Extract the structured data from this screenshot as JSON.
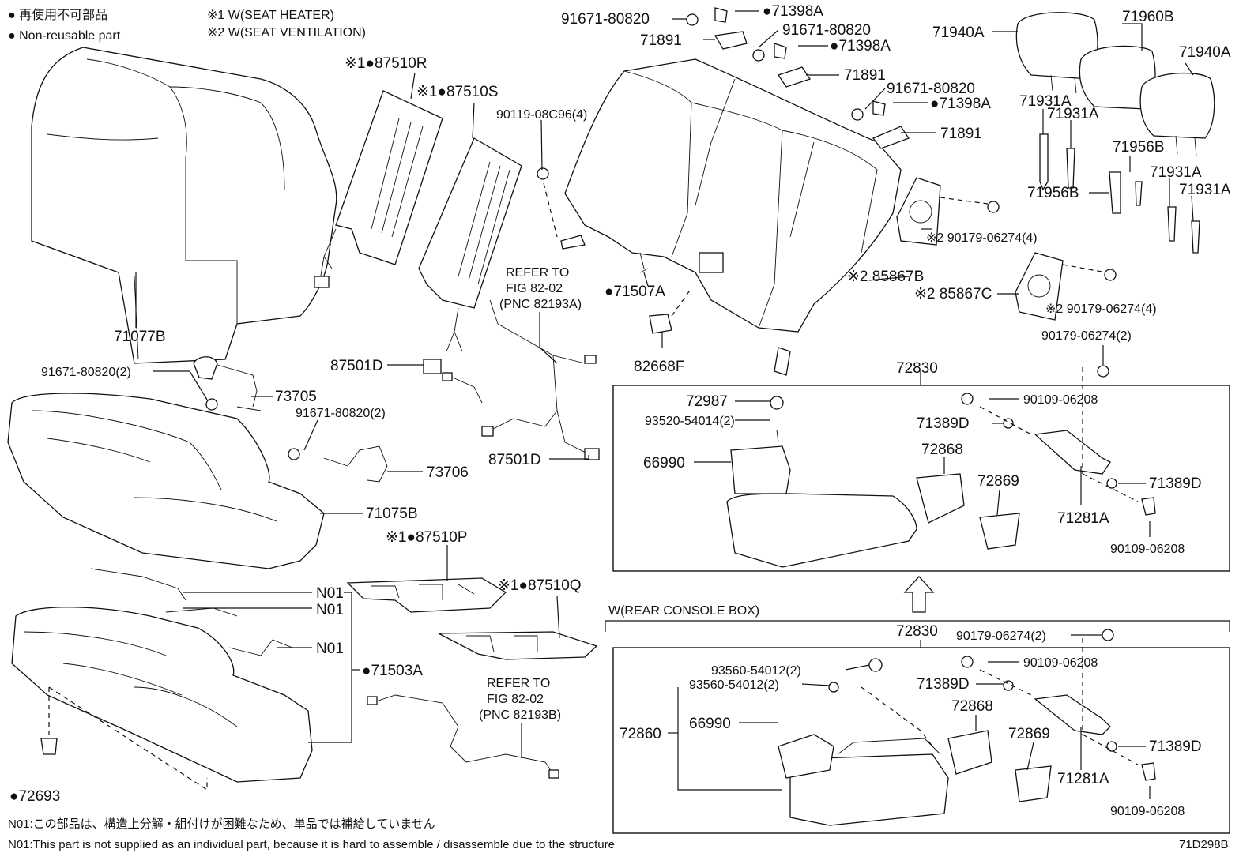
{
  "legend": {
    "jp": "● 再使用不可部品",
    "en": "● Non-reusable part",
    "note1": "※1 W(SEAT HEATER)",
    "note2": "※2 W(SEAT VENTILATION)"
  },
  "labels": [
    {
      "id": "l1",
      "text": "91671-80820"
    },
    {
      "id": "l2",
      "text": "●71398A"
    },
    {
      "id": "l3",
      "text": "71891"
    },
    {
      "id": "l4",
      "text": "91671-80820"
    },
    {
      "id": "l5",
      "text": "●71398A"
    },
    {
      "id": "l6",
      "text": "71891"
    },
    {
      "id": "l7",
      "text": "91671-80820"
    },
    {
      "id": "l8",
      "text": "●71398A"
    },
    {
      "id": "l9",
      "text": "71891"
    },
    {
      "id": "l10",
      "text": "71940A"
    },
    {
      "id": "l11",
      "text": "71960B"
    },
    {
      "id": "l12",
      "text": "71940A"
    },
    {
      "id": "l13",
      "text": "71931A"
    },
    {
      "id": "l14",
      "text": "71931A"
    },
    {
      "id": "l15",
      "text": "71956B"
    },
    {
      "id": "l16",
      "text": "71931A"
    },
    {
      "id": "l17",
      "text": "71956B"
    },
    {
      "id": "l18",
      "text": "71931A"
    },
    {
      "id": "l19",
      "text": "※1●87510R"
    },
    {
      "id": "l20",
      "text": "※1●87510S"
    },
    {
      "id": "l21",
      "text": "90119-08C96(4)"
    },
    {
      "id": "l22",
      "text": "※2 90179-06274(4)"
    },
    {
      "id": "l23",
      "text": "※2 85867B"
    },
    {
      "id": "l24",
      "text": "※2 85867C"
    },
    {
      "id": "l25",
      "text": "※2 90179-06274(4)"
    },
    {
      "id": "l26",
      "text": "REFER TO"
    },
    {
      "id": "l27",
      "text": "FIG 82-02"
    },
    {
      "id": "l28",
      "text": "(PNC 82193A)"
    },
    {
      "id": "l29",
      "text": "●71507A"
    },
    {
      "id": "l30",
      "text": "71077B"
    },
    {
      "id": "l31",
      "text": "87501D"
    },
    {
      "id": "l32",
      "text": "82668F"
    },
    {
      "id": "l33",
      "text": "90179-06274(2)"
    },
    {
      "id": "l34",
      "text": "91671-80820(2)"
    },
    {
      "id": "l35",
      "text": "73705"
    },
    {
      "id": "l36",
      "text": "91671-80820(2)"
    },
    {
      "id": "l37",
      "text": "73706"
    },
    {
      "id": "l38",
      "text": "87501D"
    },
    {
      "id": "l39",
      "text": "72830"
    },
    {
      "id": "l40",
      "text": "72987"
    },
    {
      "id": "l41",
      "text": "90109-06208"
    },
    {
      "id": "l42",
      "text": "93520-54014(2)"
    },
    {
      "id": "l43",
      "text": "71389D"
    },
    {
      "id": "l44",
      "text": "66990"
    },
    {
      "id": "l45",
      "text": "72868"
    },
    {
      "id": "l46",
      "text": "72869"
    },
    {
      "id": "l47",
      "text": "71389D"
    },
    {
      "id": "l48",
      "text": "71281A"
    },
    {
      "id": "l49",
      "text": "90109-06208"
    },
    {
      "id": "l50",
      "text": "71075B"
    },
    {
      "id": "l51",
      "text": "※1●87510P"
    },
    {
      "id": "l52",
      "text": "N01"
    },
    {
      "id": "l53",
      "text": "N01"
    },
    {
      "id": "l54",
      "text": "※1●87510Q"
    },
    {
      "id": "l55",
      "text": "N01"
    },
    {
      "id": "l56",
      "text": "●71503A"
    },
    {
      "id": "l57",
      "text": "REFER TO"
    },
    {
      "id": "l58",
      "text": "FIG 82-02"
    },
    {
      "id": "l59",
      "text": "(PNC 82193B)"
    },
    {
      "id": "l60",
      "text": "●72693"
    },
    {
      "id": "l61",
      "text": "W(REAR CONSOLE BOX)"
    },
    {
      "id": "l62",
      "text": "72830"
    },
    {
      "id": "l63",
      "text": "90179-06274(2)"
    },
    {
      "id": "l64",
      "text": "90109-06208"
    },
    {
      "id": "l65",
      "text": "93560-54012(2)"
    },
    {
      "id": "l66",
      "text": "93560-54012(2)"
    },
    {
      "id": "l67",
      "text": "71389D"
    },
    {
      "id": "l68",
      "text": "72868"
    },
    {
      "id": "l69",
      "text": "72860"
    },
    {
      "id": "l70",
      "text": "66990"
    },
    {
      "id": "l71",
      "text": "72869"
    },
    {
      "id": "l72",
      "text": "71389D"
    },
    {
      "id": "l73",
      "text": "71281A"
    },
    {
      "id": "l74",
      "text": "90109-06208"
    }
  ],
  "footnote": {
    "jp": "N01:この部品は、構造上分解・組付けが困難なため、単品では補給していません",
    "en": "N01:This part is not supplied as an individual part, because it is hard to assemble / disassemble due to the structure",
    "code": "71D298B"
  }
}
